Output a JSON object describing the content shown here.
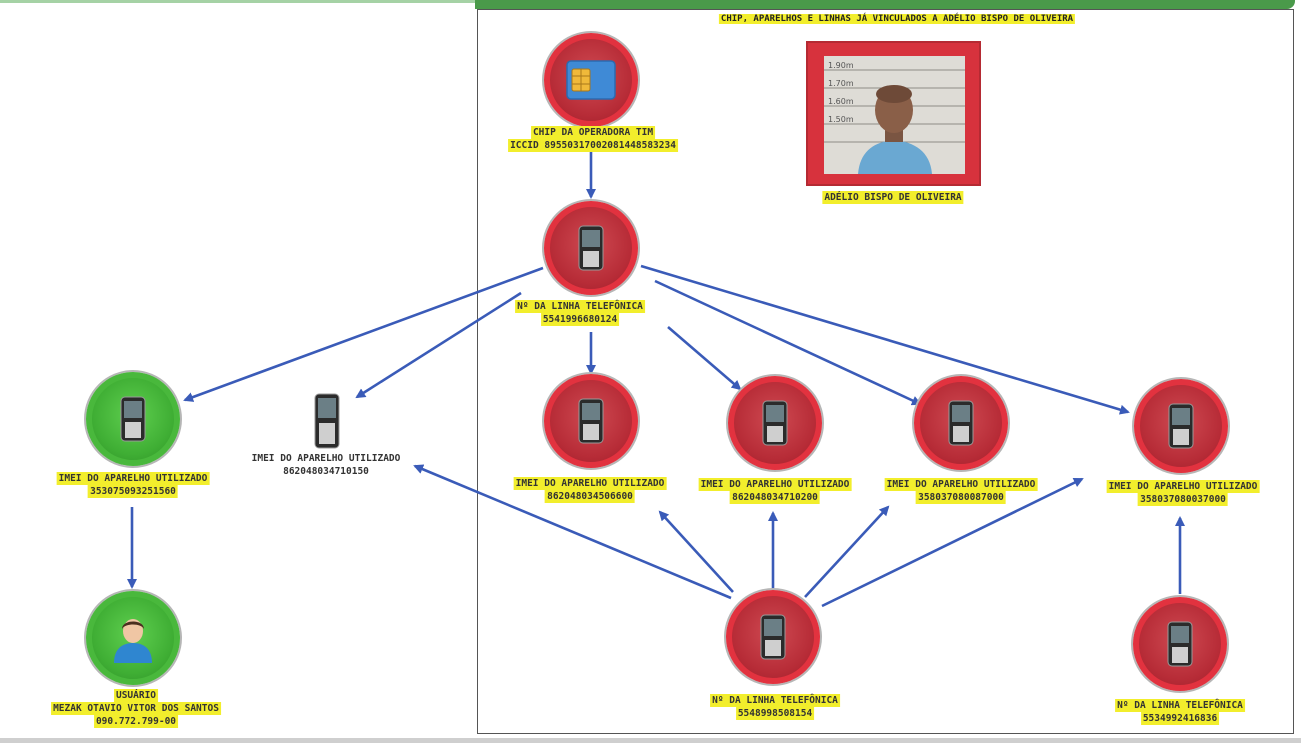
{
  "title": "CHIP, APARELHOS E LINHAS JÁ VINCULADOS A ADÉLIO BISPO DE OLIVEIRA",
  "colors": {
    "red_node": "#d7323d",
    "green_node": "#49b83c",
    "arrow": "#3a5bb8",
    "label_highlight": "#f2ee2c"
  },
  "nodes": {
    "chip": {
      "icon": "sim-card-icon",
      "line1": "CHIP DA OPERADORA TIM",
      "line2": "ICCID 89550317002081448583234"
    },
    "suspect": {
      "icon": "mugshot-photo",
      "name": "ADÉLIO BISPO DE OLIVEIRA",
      "height_marks": [
        "1.90m",
        "1.70m",
        "1.60m",
        "1.50m"
      ]
    },
    "line_top": {
      "icon": "mobile-phone-icon",
      "line1": "Nº DA LINHA TELEFÔNICA",
      "line2": "5541996680124"
    },
    "imei_green": {
      "icon": "mobile-phone-icon",
      "line1": "IMEI DO APARELHO UTILIZADO",
      "line2": "353075093251560"
    },
    "imei_plain": {
      "icon": "mobile-phone-icon",
      "line1": "IMEI DO APARELHO UTILIZADO",
      "line2": "862048034710150"
    },
    "imei_1": {
      "icon": "mobile-phone-icon",
      "line1": "IMEI DO APARELHO UTILIZADO",
      "line2": "862048034506600"
    },
    "imei_2": {
      "icon": "mobile-phone-icon",
      "line1": "IMEI DO APARELHO UTILIZADO",
      "line2": "862048034710200"
    },
    "imei_3": {
      "icon": "mobile-phone-icon",
      "line1": "IMEI DO APARELHO UTILIZADO",
      "line2": "358037080087000"
    },
    "imei_4": {
      "icon": "mobile-phone-icon",
      "line1": "IMEI DO APARELHO UTILIZADO",
      "line2": "358037080037000"
    },
    "user": {
      "icon": "user-icon",
      "line1": "USUÁRIO",
      "line2": "MEZAK OTAVIO VITOR DOS SANTOS",
      "line3": "090.772.799-00"
    },
    "line_bottom_mid": {
      "icon": "mobile-phone-icon",
      "line1": "Nº DA LINHA TELEFÔNICA",
      "line2": "5548998508154"
    },
    "line_bottom_right": {
      "icon": "mobile-phone-icon",
      "line1": "Nº DA LINHA TELEFÔNICA",
      "line2": "5534992416836"
    }
  }
}
